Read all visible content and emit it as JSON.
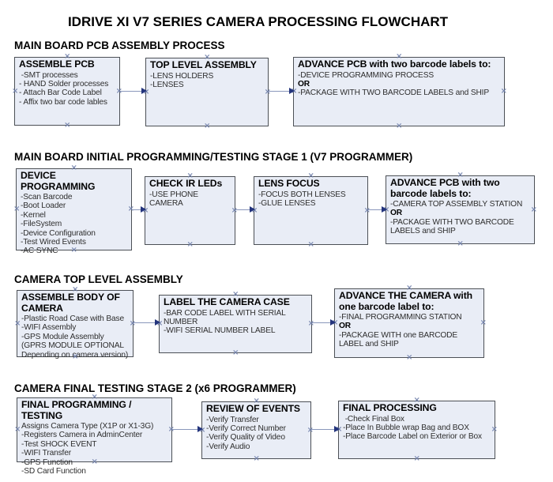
{
  "page_title": "IDRIVE XI V7 SERIES CAMERA PROCESSING FLOWCHART",
  "sections": [
    {
      "heading": "MAIN BOARD PCB ASSEMBLY PROCESS",
      "boxes": [
        {
          "title": "ASSEMBLE PCB",
          "items": [
            " -SMT processes",
            "- HAND Solder processes",
            "- Attach Bar Code Label",
            "- Affix two bar code lables"
          ]
        },
        {
          "title": "TOP LEVEL ASSEMBLY",
          "items": [
            "-LENS HOLDERS",
            "-LENSES"
          ]
        },
        {
          "title": "ADVANCE PCB with two barcode labels to:",
          "items": [
            "-DEVICE PROGRAMMING PROCESS",
            "OR",
            "-PACKAGE WITH TWO BARCODE LABELS and SHIP"
          ]
        }
      ]
    },
    {
      "heading": "MAIN BOARD INITIAL PROGRAMMING/TESTING STAGE 1 (V7 PROGRAMMER)",
      "boxes": [
        {
          "title": "DEVICE PROGRAMMING",
          "items": [
            "-Scan Barcode",
            "-Boot Loader",
            "-Kernel",
            "-FileSystem",
            "-Device Configuration",
            "-Test Wired Events",
            "-AC SYNC"
          ]
        },
        {
          "title": "CHECK IR LEDs",
          "items": [
            "-USE PHONE CAMERA"
          ]
        },
        {
          "title": "LENS FOCUS",
          "items": [
            "-FOCUS BOTH LENSES",
            "-GLUE LENSES"
          ]
        },
        {
          "title": "ADVANCE PCB with two barcode labels to:",
          "items": [
            "-CAMERA TOP ASSEMBLY STATION",
            "OR",
            "-PACKAGE WITH TWO BARCODE LABELS and SHIP"
          ]
        }
      ]
    },
    {
      "heading": "CAMERA TOP LEVEL ASSEMBLY",
      "boxes": [
        {
          "title": "ASSEMBLE BODY OF CAMERA",
          "items": [
            "-Plastic Road Case with Base",
            "-WIFI Assembly",
            "-GPS Module Assembly",
            "(GPRS MODULE OPTIONAL",
            "Depending on camera version)"
          ]
        },
        {
          "title": "LABEL THE CAMERA CASE",
          "items": [
            "-BAR CODE LABEL WITH SERIAL NUMBER",
            "-WIFI SERIAL NUMBER LABEL"
          ]
        },
        {
          "title": "ADVANCE THE CAMERA with one barcode label to:",
          "items": [
            "-FINAL PROGRAMMING STATION",
            "OR",
            "-PACKAGE WITH one BARCODE LABEL and SHIP"
          ]
        }
      ]
    },
    {
      "heading": "CAMERA FINAL TESTING STAGE 2 (x6 PROGRAMMER)",
      "boxes": [
        {
          "title": "FINAL PROGRAMMING / TESTING",
          "items": [
            "Assigns Camera Type (X1P or X1-3G)",
            "-Registers Camera in AdminCenter",
            "-Test SHOCK EVENT",
            "-WIFI Transfer",
            "-GPS Function",
            "-SD Card Function"
          ]
        },
        {
          "title": "REVIEW OF EVENTS",
          "items": [
            "-Verify Transfer",
            "-Verify Correct Number",
            "-Verify Quality of Video",
            "-Verify Audio"
          ]
        },
        {
          "title": "FINAL PROCESSING",
          "items": [
            " -Check Final Box",
            "-Place In Bubble wrap Bag and BOX",
            "-Place Barcode Label on Exterior or Box"
          ]
        }
      ]
    }
  ],
  "icons": {
    "connection_handle": "×"
  },
  "colors": {
    "box_fill": "#e9edf6",
    "box_border": "#4c5056",
    "arrow_line": "#8a97bb",
    "arrow_head": "#24357d",
    "handle": "#6e7ea9",
    "text": "#000000"
  }
}
